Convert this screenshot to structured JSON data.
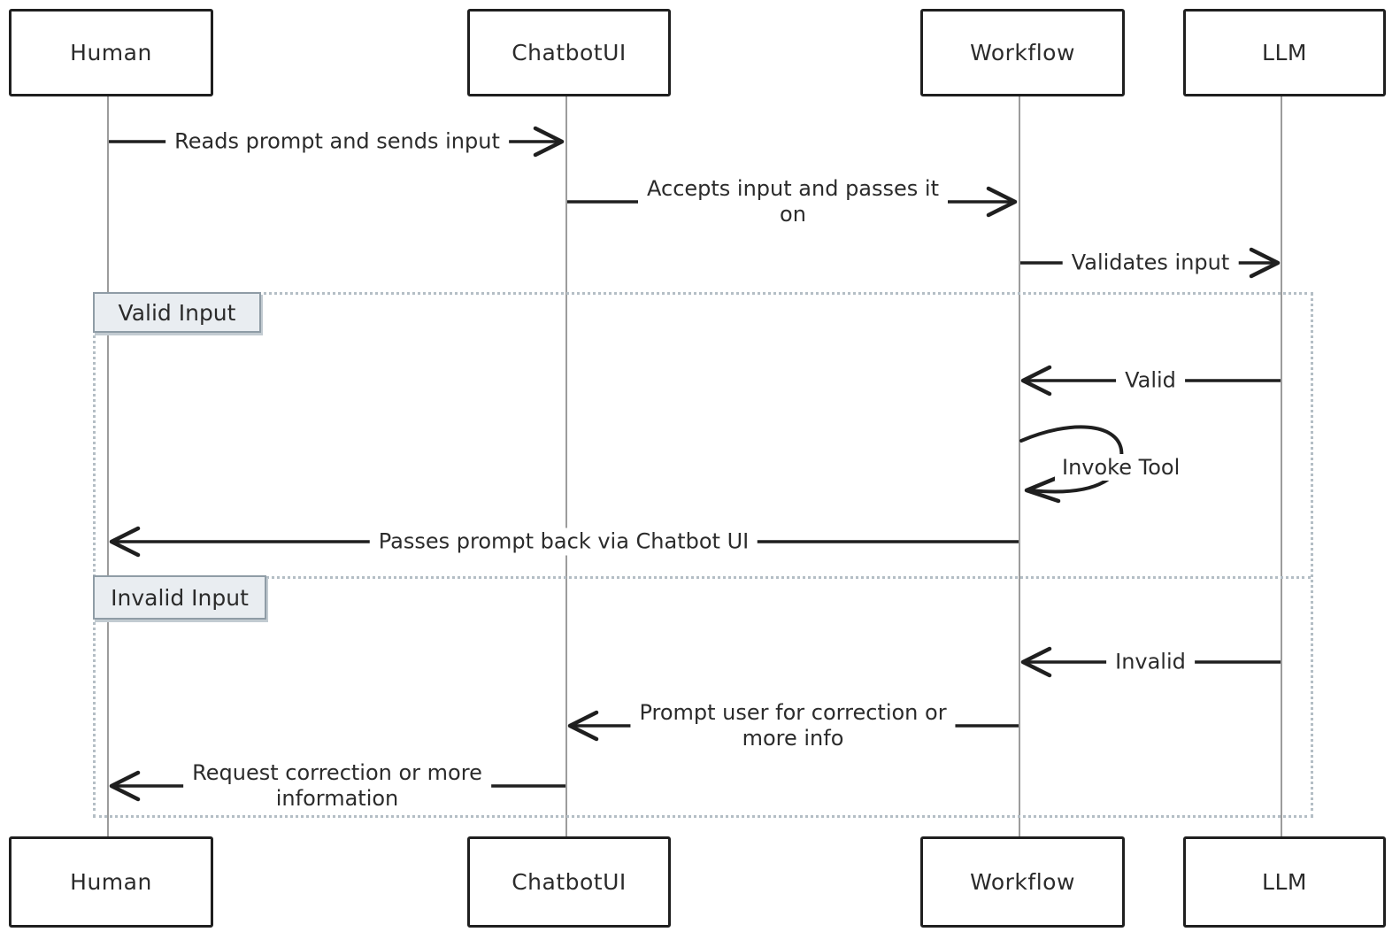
{
  "diagram": {
    "type": "sequence",
    "actors": [
      {
        "name": "Human"
      },
      {
        "name": "ChatbotUI"
      },
      {
        "name": "Workflow"
      },
      {
        "name": "LLM"
      }
    ],
    "messages": [
      {
        "text": "Reads prompt and sends input",
        "from": "Human",
        "to": "ChatbotUI",
        "direction": "right"
      },
      {
        "text": "Accepts input and passes it\non",
        "from": "ChatbotUI",
        "to": "Workflow",
        "direction": "right"
      },
      {
        "text": "Validates input",
        "from": "Workflow",
        "to": "LLM",
        "direction": "right"
      },
      {
        "text": "Valid",
        "from": "LLM",
        "to": "Workflow",
        "direction": "left"
      },
      {
        "text": "Invoke Tool",
        "from": "Workflow",
        "to": "Workflow",
        "direction": "self"
      },
      {
        "text": "Passes prompt back via Chatbot UI",
        "from": "Workflow",
        "to": "Human",
        "direction": "left"
      },
      {
        "text": "Invalid",
        "from": "LLM",
        "to": "Workflow",
        "direction": "left"
      },
      {
        "text": "Prompt user for correction or\nmore info",
        "from": "Workflow",
        "to": "ChatbotUI",
        "direction": "left"
      },
      {
        "text": "Request correction or more\ninformation",
        "from": "ChatbotUI",
        "to": "Human",
        "direction": "left"
      }
    ],
    "alt_frame": {
      "sections": [
        {
          "label": "Valid Input"
        },
        {
          "label": "Invalid Input"
        }
      ]
    },
    "colors": {
      "line": "#1f1f1f",
      "text": "#2b2b2b",
      "lifeline": "#9c9c9c",
      "frame_border": "#b4bec5",
      "section_label_bg": "#e9edf1",
      "section_label_border": "#8f9ca6"
    }
  }
}
